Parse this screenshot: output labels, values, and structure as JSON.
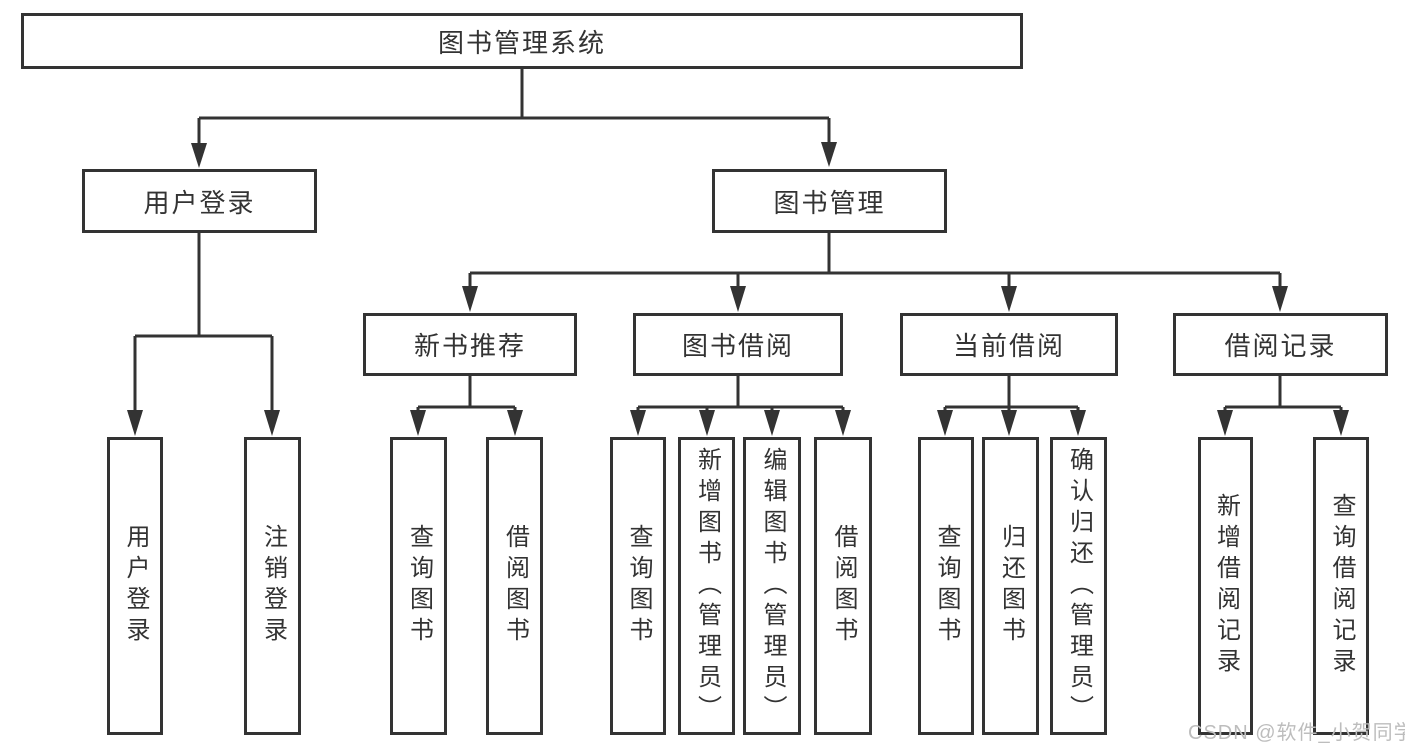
{
  "tree": {
    "root": {
      "label": "图书管理系统"
    },
    "user_login": {
      "label": "用户登录",
      "children": [
        {
          "label": "用户登录"
        },
        {
          "label": "注销登录"
        }
      ]
    },
    "book_mgmt": {
      "label": "图书管理",
      "sections": [
        {
          "label": "新书推荐",
          "children": [
            {
              "label": "查询图书"
            },
            {
              "label": "借阅图书"
            }
          ]
        },
        {
          "label": "图书借阅",
          "children": [
            {
              "label": "查询图书"
            },
            {
              "label": "新增图书（管理员）"
            },
            {
              "label": "编辑图书（管理员）"
            },
            {
              "label": "借阅图书"
            }
          ]
        },
        {
          "label": "当前借阅",
          "children": [
            {
              "label": "查询图书"
            },
            {
              "label": "归还图书"
            },
            {
              "label": "确认归还（管理员）"
            }
          ]
        },
        {
          "label": "借阅记录",
          "children": [
            {
              "label": "新增借阅记录"
            },
            {
              "label": "查询借阅记录"
            }
          ]
        }
      ]
    }
  },
  "watermark": "CSDN @软件_小贺同学"
}
